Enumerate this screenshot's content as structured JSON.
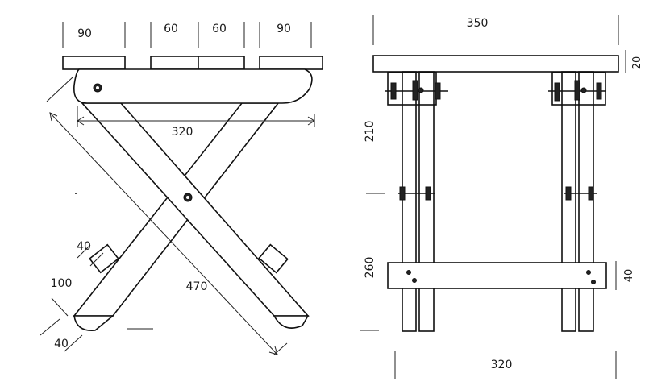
{
  "side_view": {
    "top_widths": [
      "90",
      "60",
      "60",
      "90"
    ],
    "seat_length": "320",
    "leg_length": "470",
    "foot_width": "40",
    "foot_height": "100",
    "foot_bottom": "40"
  },
  "front_view": {
    "overall_width": "350",
    "top_thickness": "20",
    "upper_height": "210",
    "lower_height": "260",
    "crossbar_height": "40",
    "bottom_width": "320"
  }
}
